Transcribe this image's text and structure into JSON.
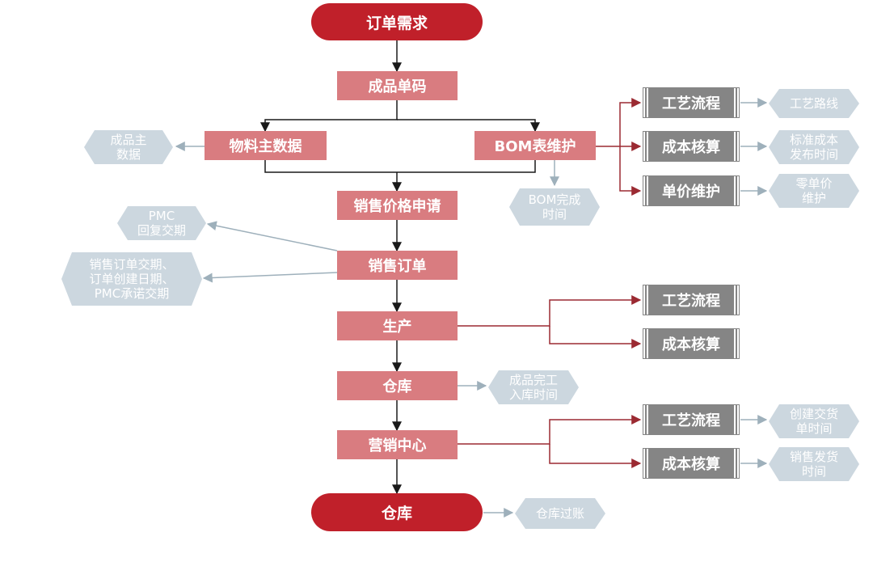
{
  "colors": {
    "pill": "#c0202a",
    "box": "#d97c80",
    "gray_box": "#858585",
    "hex": "#ccd7df",
    "line_dark": "#1a1a1a",
    "line_red": "#9b2a32",
    "line_gray": "#9eb0bb"
  },
  "flow": {
    "order_demand": "订单需求",
    "product_code": "成品单码",
    "material_master": "物料主数据",
    "bom_maintain": "BOM表维护",
    "sales_price": "销售价格申请",
    "sales_order": "销售订单",
    "production": "生产",
    "warehouse": "仓库",
    "marketing": "营销中心",
    "warehouse_end": "仓库"
  },
  "gray": {
    "process_1": "工艺流程",
    "cost_1": "成本核算",
    "unit_price": "单价维护",
    "process_2": "工艺流程",
    "cost_2": "成本核算",
    "process_3": "工艺流程",
    "cost_3": "成本核算"
  },
  "notes": {
    "product_master": [
      "成品主",
      "数据"
    ],
    "bom_done": [
      "BOM完成",
      "时间"
    ],
    "process_route": [
      "工艺路线"
    ],
    "std_cost": [
      "标准成本",
      "发布时间"
    ],
    "part_price": [
      "零单价",
      "维护"
    ],
    "pmc_reply": [
      "PMC",
      "回复交期"
    ],
    "order_dates": [
      "销售订单交期、",
      "订单创建日期、",
      "PMC承诺交期"
    ],
    "stock_in": [
      "成品完工",
      "入库时间"
    ],
    "delivery_created": [
      "创建交货",
      "单时间"
    ],
    "shipping_time": [
      "销售发货",
      "时间"
    ],
    "warehouse_post": [
      "仓库过账"
    ]
  }
}
